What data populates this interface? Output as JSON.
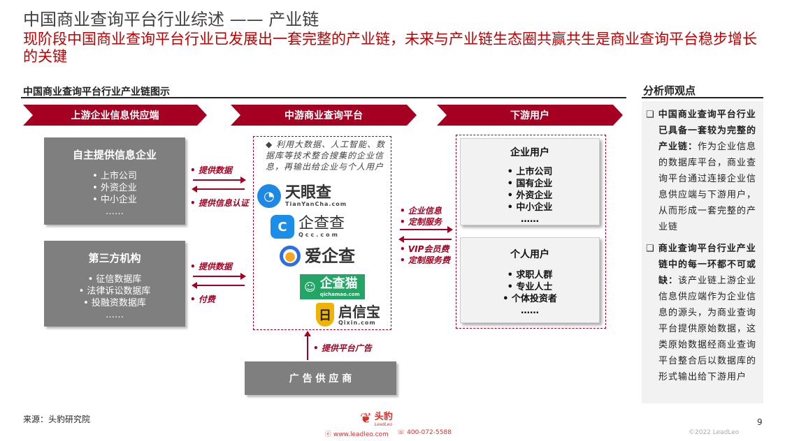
{
  "title": "中国商业查询平台行业综述 —— 产业链",
  "subtitle": "现阶段中国商业查询平台行业已发展出一套完整的产业链，未来与产业链生态圈共赢共生是商业查询平台稳步增长的关键",
  "section_title": "中国商业查询平台行业产业链图示",
  "stages": [
    "上游企业信息供应端",
    "中游商业查询平台",
    "下游用户"
  ],
  "upstream": [
    {
      "title": "自主提供信息企业",
      "items": [
        "• 上市公司",
        "• 外资企业",
        "• 中小企业",
        "……"
      ]
    },
    {
      "title": "第三方机构",
      "items": [
        "• 征信数据库",
        "• 法律诉讼数据库",
        "• 投融资数据库",
        "……"
      ]
    }
  ],
  "flows_up": [
    "• 提供数据",
    "• 提供信息认证",
    "• 提供数据",
    "• 付费"
  ],
  "midstream": {
    "desc": "◆ 利用大数据、人工智能、数据库等技术整合搜集的企业信息，再输出给企业与个人用户",
    "logos": [
      {
        "name": "天眼查",
        "sub": "TianYanCha.com",
        "color": "#1e88e5"
      },
      {
        "name": "企查查",
        "sub": "Qcc.com",
        "color": "#1a8ee8"
      },
      {
        "name": "爱企查",
        "sub": "",
        "color": "#2b6fe6"
      },
      {
        "name": "企查猫",
        "sub": "qichamao.com",
        "color": "#22a565"
      },
      {
        "name": "启信宝",
        "sub": "Qixin.com",
        "color": "#f0b400"
      }
    ]
  },
  "flows_down": [
    "• 企业信息",
    "• 定制服务",
    "• VIP会员费",
    "• 定制服务费"
  ],
  "downstream": [
    {
      "title": "企业用户",
      "items": [
        "• 上市公司",
        "• 国有企业",
        "• 外资企业",
        "• 中小企业",
        "……"
      ]
    },
    {
      "title": "个人用户",
      "items": [
        "• 求职人群",
        "• 专业人士",
        "• 个体投资者",
        "……"
      ]
    }
  ],
  "ad": {
    "label": "广 告 供 应 商",
    "flow": "• 提供平台广告"
  },
  "panel": {
    "title": "分析师观点",
    "points": [
      {
        "bold": "中国商业查询平台行业已具备一套较为完整的产业链：",
        "text": "作为企业信息的数据库平台，商业查询平台通过连接企业信息供应端与下游用户，从而形成一套完整的产业链"
      },
      {
        "bold": "商业查询平台行业产业链中的每一环都不可或缺：",
        "text": "该产业链上游企业信息供应端作为企业信息的源头，为商业查询平台提供原始数据，这类原始数据经商业查询平台整合后以数据库的形式输出给下游用户"
      }
    ]
  },
  "footer": {
    "source": "来源：头豹研究院",
    "brand": "头豹",
    "brand_en": "LeadLeo",
    "website": "www.leadleo.com",
    "phone": "400-072-5588",
    "page": "9",
    "copyright": "©2022 LeadLeo"
  },
  "colors": {
    "accent": "#a50021",
    "subtitle": "#c00000",
    "box": "#7f7f7f"
  }
}
